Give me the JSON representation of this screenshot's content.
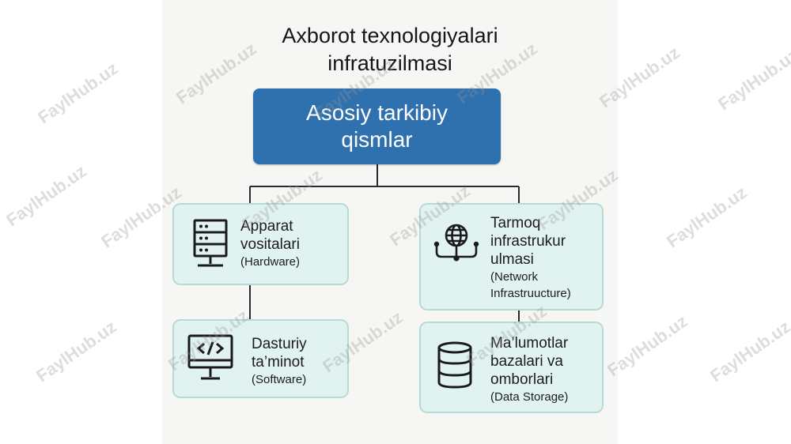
{
  "title": {
    "line1": "Axborot texnologiyalari",
    "line2": "infratuzilmasi"
  },
  "root": {
    "line1": "Asosiy tarkibiy",
    "line2": "qismlar"
  },
  "nodes": {
    "hardware": {
      "l1a": "Apparat",
      "l1b": "vositalari",
      "l2a": "(Hardware)",
      "icon": "server-icon"
    },
    "network": {
      "l1a": "Tarmoq",
      "l1b": "infrastrukur",
      "l1c": "ulmasi",
      "l2a": "(Network",
      "l2b": "Infrastruucture)",
      "icon": "network-globe-icon"
    },
    "software": {
      "l1a": "Dasturiy",
      "l1b": "ta’minot",
      "l2a": "(Software)",
      "icon": "code-monitor-icon"
    },
    "storage": {
      "l1a": "Ma’lumotlar",
      "l1b": "bazalari va",
      "l1c": "omborlari",
      "l2a": "(Data Storage)",
      "icon": "database-icon"
    }
  },
  "watermark": "FaylHub.uz",
  "colors": {
    "root_fill": "#2f70ae",
    "node_fill": "#e1f3f1",
    "node_border": "#b6dbd6",
    "connector": "#2a2a2a"
  }
}
